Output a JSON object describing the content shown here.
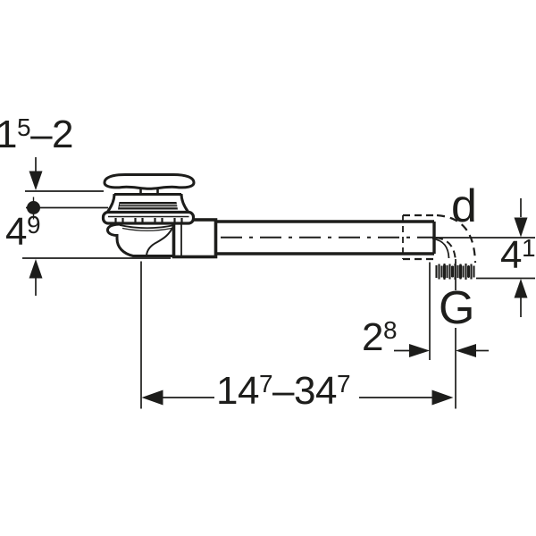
{
  "page": {
    "background": "#ffffff",
    "ink_color": "#1d1d1b",
    "subject": "dimension drawing of pop-up waste valve with horizontal outlet pipe and threaded elbow"
  },
  "dimension_labels": {
    "plug_height_range": {
      "parts": [
        "1",
        "5",
        "–2"
      ]
    },
    "depth_below_surface": {
      "parts": [
        "4",
        "9"
      ]
    },
    "pipe_diameter_symbol": "d",
    "elbow_drop": {
      "parts": [
        "4",
        "1"
      ]
    },
    "thread_symbol": "G",
    "thread_offset": {
      "parts": [
        "2",
        "8"
      ]
    },
    "pipe_length_range": {
      "parts": [
        "14",
        "7",
        "–34",
        "7"
      ]
    }
  }
}
